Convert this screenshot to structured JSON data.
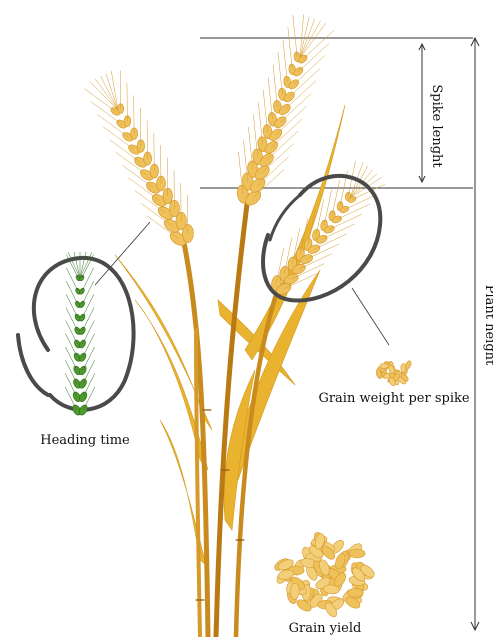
{
  "labels": {
    "heading_time": "Heading time",
    "grain_weight_per_spike": "Grain weight per spike",
    "grain_yield": "Grain yield",
    "spike_length": "Spike lenght",
    "plant_height": "Plant height"
  },
  "colors": {
    "stem": "#c98a1e",
    "stem_dark": "#a9690f",
    "leaf": "#e9b22f",
    "grain": "#efc15a",
    "grain_dark": "#d69a2f",
    "green_spike": "#4f9b2f",
    "ring": "#4a4a4a",
    "line": "#333333"
  }
}
